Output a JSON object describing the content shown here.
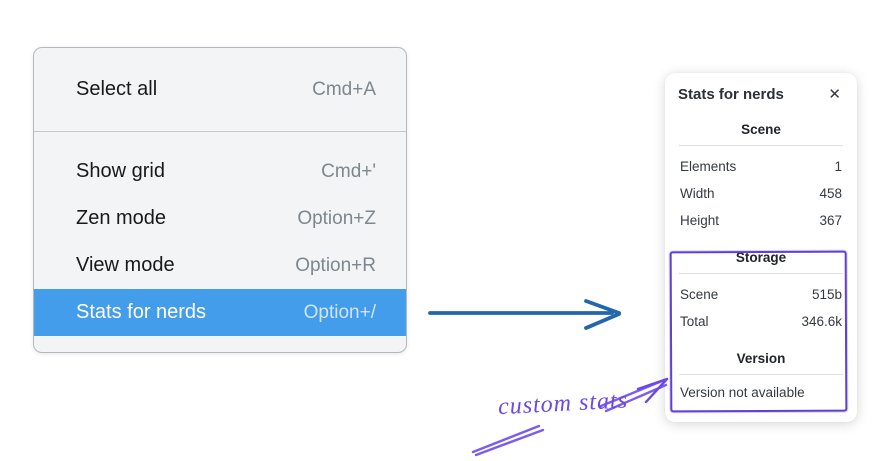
{
  "menu": {
    "sections": [
      {
        "items": [
          {
            "label": "Select all",
            "shortcut": "Cmd+A",
            "highlighted": false
          }
        ]
      },
      {
        "items": [
          {
            "label": "Show grid",
            "shortcut": "Cmd+'",
            "highlighted": false
          },
          {
            "label": "Zen mode",
            "shortcut": "Option+Z",
            "highlighted": false
          },
          {
            "label": "View mode",
            "shortcut": "Option+R",
            "highlighted": false
          },
          {
            "label": "Stats for nerds",
            "shortcut": "Option+/",
            "highlighted": true
          }
        ]
      }
    ]
  },
  "stats_panel": {
    "title": "Stats for nerds",
    "sections": [
      {
        "heading": "Scene",
        "rows": [
          {
            "label": "Elements",
            "value": "1"
          },
          {
            "label": "Width",
            "value": "458"
          },
          {
            "label": "Height",
            "value": "367"
          }
        ]
      },
      {
        "heading": "Storage",
        "rows": [
          {
            "label": "Scene",
            "value": "515b"
          },
          {
            "label": "Total",
            "value": "346.6k"
          }
        ]
      },
      {
        "heading": "Version",
        "note": "Version not available"
      }
    ]
  },
  "annotation": {
    "label": "custom stats"
  },
  "icons": {
    "close": "✕"
  },
  "colors": {
    "menu_background": "#f2f4f5",
    "menu_highlight": "#449dea",
    "flow_arrow_blue": "#2266ae",
    "annotation_purple": "#6c47e8",
    "rect_purple": "#6040d0"
  }
}
